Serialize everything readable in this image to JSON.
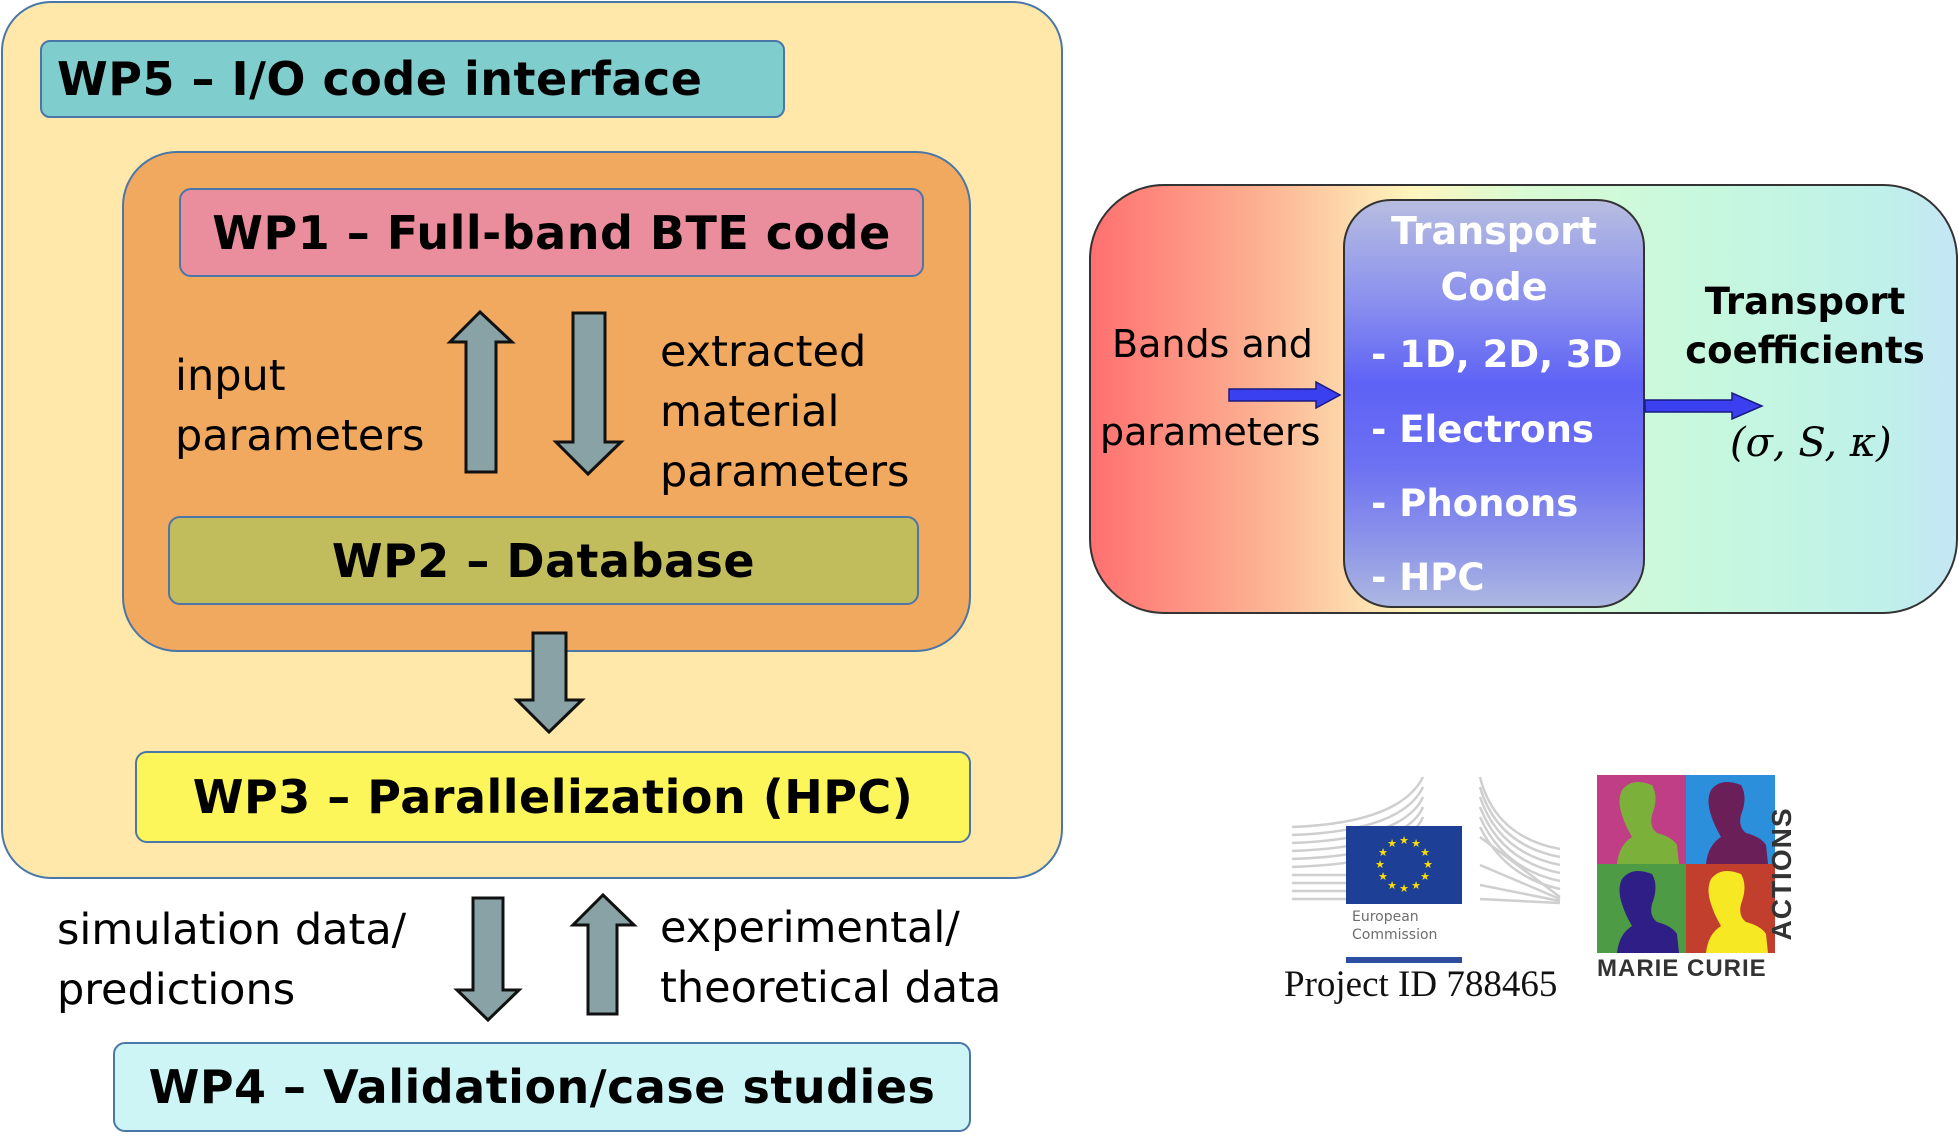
{
  "work_packages": {
    "wp5": "WP5 – I/O code interface",
    "wp1": "WP1 – Full-band BTE code",
    "wp2": "WP2 – Database",
    "wp3": "WP3 – Parallelization (HPC)",
    "wp4": "WP4 – Validation/case studies"
  },
  "flow_labels": {
    "input": [
      "input",
      "parameters"
    ],
    "extracted": [
      "extracted",
      "material",
      "parameters"
    ],
    "simulation": [
      "simulation data/",
      "predictions"
    ],
    "experimental": [
      "experimental/",
      "theoretical data"
    ]
  },
  "transport_panel": {
    "input_label": [
      "Bands and",
      "parameters"
    ],
    "code_title": [
      "Transport",
      "Code"
    ],
    "code_items": [
      "- 1D, 2D, 3D",
      "- Electrons",
      "- Phonons",
      "- HPC"
    ],
    "output_label": [
      "Transport",
      "coefficients"
    ],
    "output_symbols": "(σ, S, κ)"
  },
  "logos": {
    "ec_name": [
      "European",
      "Commission"
    ],
    "project_id": "Project ID 788465",
    "mc_bottom": "MARIE CURIE",
    "mc_side": "ACTIONS"
  },
  "colors": {
    "wp5": "#7fcdcd",
    "wp1": "#ea8d9c",
    "wp2": "#c2bd5c",
    "wp3": "#fcf65b",
    "wp4": "#cdf5f5",
    "outer": "#ffe8a9",
    "inner": "#f0a95e",
    "arrow_gray": "#88a2a5",
    "arrow_blue": "#3a3fef"
  }
}
